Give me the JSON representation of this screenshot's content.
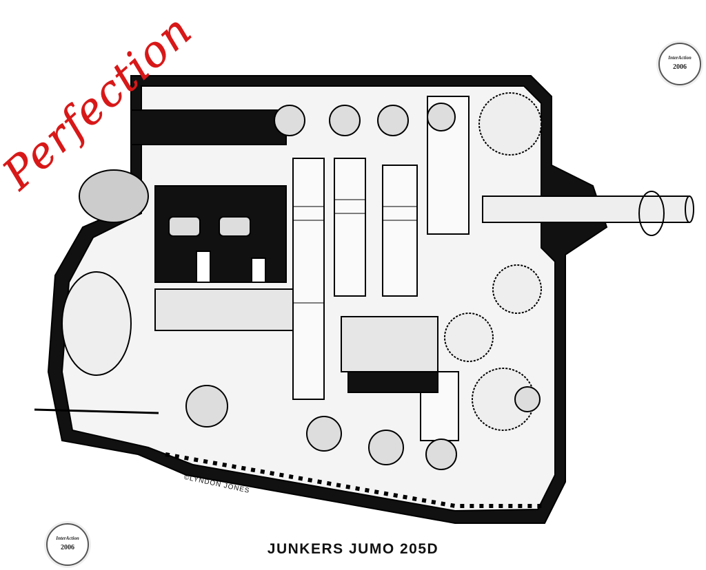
{
  "annotation": {
    "handwritten_text": "Perfection",
    "color": "#d81818"
  },
  "caption": {
    "title": "JUNKERS JUMO 205D",
    "credit": "©LYNDON JONES"
  },
  "seals": [
    {
      "brand": "InterAction",
      "year": "2006"
    },
    {
      "brand": "InterAction",
      "year": "2006"
    }
  ]
}
